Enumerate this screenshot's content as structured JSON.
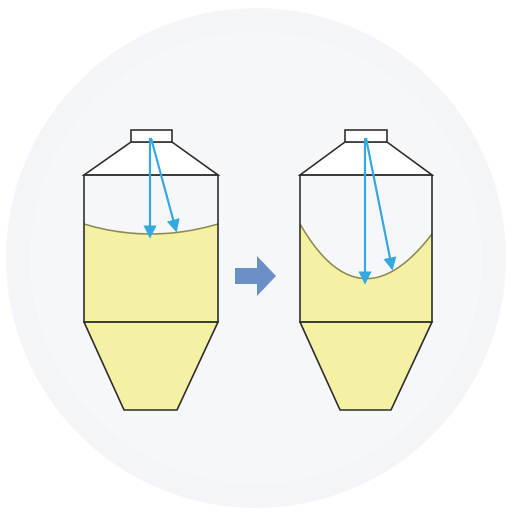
{
  "colors": {
    "page_background": "#ffffff",
    "outer_ring": "#f3f5f8",
    "inner_disc": "#f6f7fa",
    "material_fill": "#f4f1a4",
    "material_surface": "#8e8a4c",
    "silo_outline": "#2b2b2b",
    "silo_body": "#ffffff",
    "measurement_ray": "#34a8e0",
    "transition_arrow": "#6b8fc7"
  },
  "icons": {
    "left_vessel": "silo-icon",
    "right_vessel": "silo-icon",
    "transition": "arrow-right-icon",
    "measurement": "arrow-down-icon"
  },
  "scene": {
    "before": {
      "surface_shape": "nearly flat, slight dip at center",
      "ray_count": 2
    },
    "after": {
      "surface_shape": "deep funnel-shaped depression",
      "ray_count": 2
    }
  }
}
